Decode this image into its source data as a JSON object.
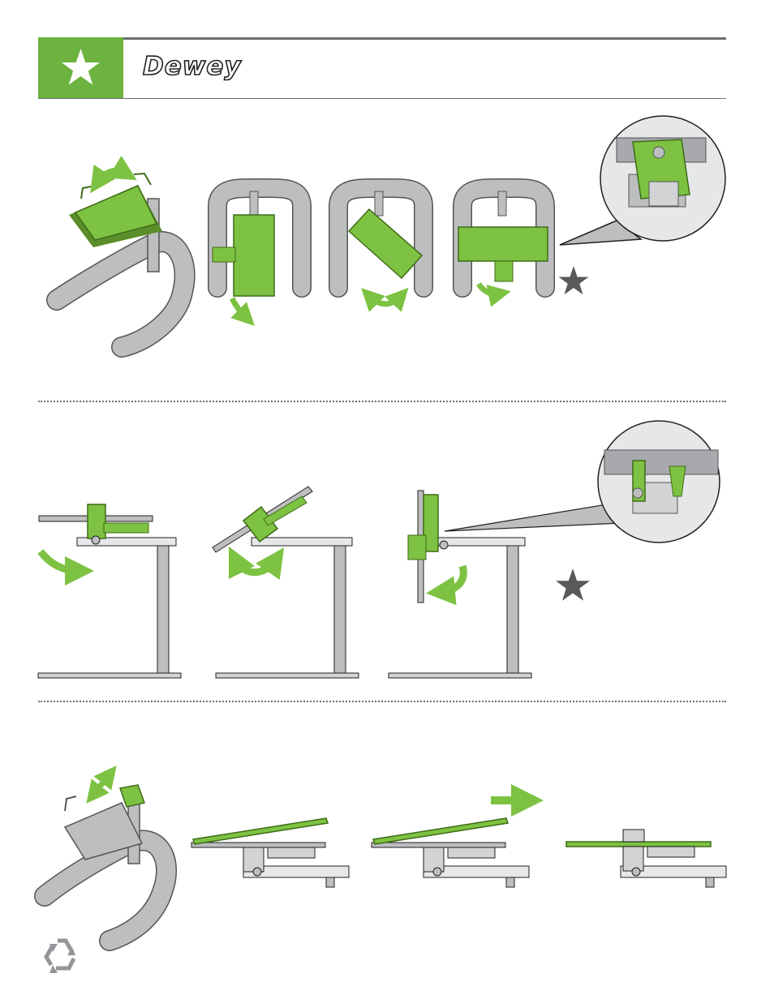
{
  "header": {
    "title": "Dewey",
    "badge_icon": "star-icon",
    "accent_color": "#6cb33f",
    "rule_color": "#6d6e71"
  },
  "sections": [
    {
      "name": "rotation",
      "steps": 4,
      "has_detail_zoom": true,
      "has_star_marker": true
    },
    {
      "name": "tilt",
      "steps": 3,
      "has_detail_zoom": true,
      "has_star_marker": true
    },
    {
      "name": "slide",
      "steps": 4,
      "has_detail_zoom": false,
      "has_star_marker": false
    }
  ],
  "footer": {
    "icon": "recycle-icon"
  }
}
